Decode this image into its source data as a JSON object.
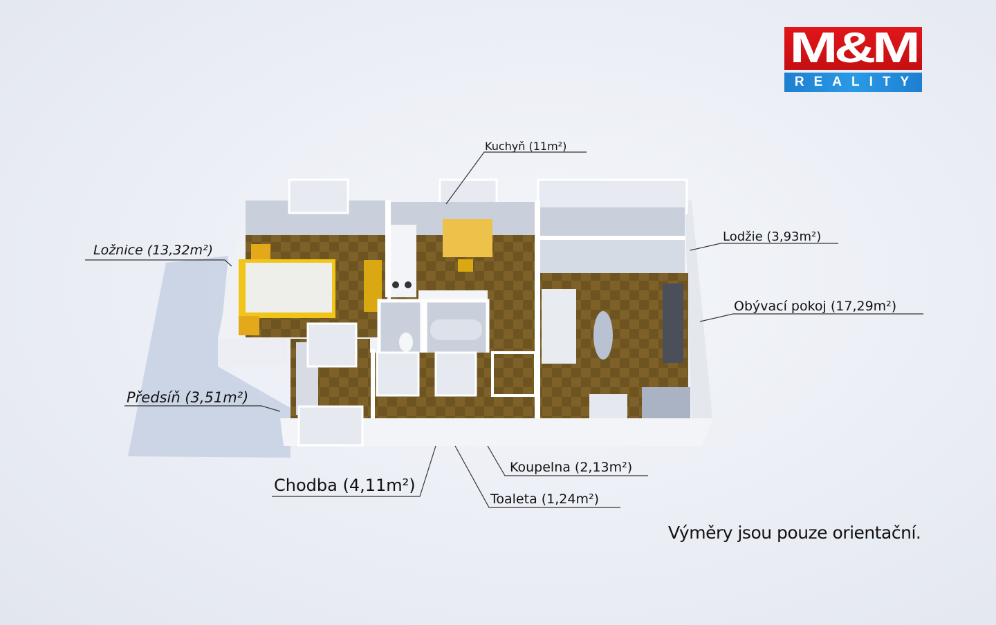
{
  "logo": {
    "brand": "M&M",
    "sub": "REALITY",
    "colors": {
      "red": "#d01316",
      "blue": "#2290de"
    }
  },
  "rooms": {
    "kuchyn": "Kuchyň (11m²)",
    "loznice": "Ložnice (13,32m²)",
    "lodzie": "Lodžie (3,93m²)",
    "obyvaci": "Obývací pokoj (17,29m²)",
    "predsin": "Předsíň (3,51m²)",
    "chodba": "Chodba (4,11m²)",
    "koupelna": "Koupelna (2,13m²)",
    "toaleta": "Toaleta (1,24m²)"
  },
  "disclaimer": "Výměry jsou pouze orientační."
}
